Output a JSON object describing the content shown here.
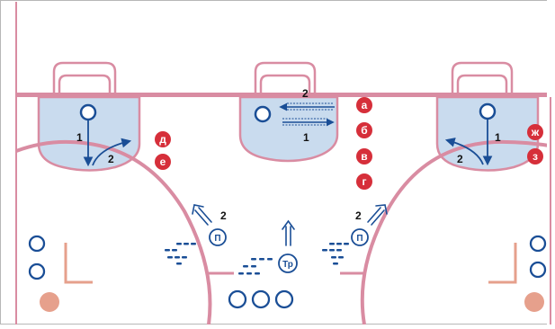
{
  "colors": {
    "rink_line": "#d98ca2",
    "rink_line_dark": "#c97890",
    "crease_fill": "#c9dbee",
    "blue": "#1a4e96",
    "badge_red": "#d62f3a",
    "cone_fill": "#e6a08c",
    "frame": "#b7b7b7"
  },
  "step_numbers": {
    "left_step_1": "1",
    "left_step_2": "2",
    "center_step_2": "2",
    "center_step_1": "1",
    "right_step_1": "1",
    "right_step_2": "2",
    "left_pass_2": "2",
    "right_pass_2": "2"
  },
  "badges": {
    "a": "а",
    "b": "б",
    "v": "в",
    "g": "г",
    "d": "д",
    "e": "е",
    "zh": "ж",
    "z": "з"
  },
  "markers": {
    "left_p": "П",
    "right_p": "П",
    "center_tr": "Тр"
  },
  "icons": {
    "goal": "goal-net",
    "player": "open-circle",
    "cone": "filled-circle",
    "move": "double-line-arrow",
    "puck_stack": "puck-dashes"
  }
}
